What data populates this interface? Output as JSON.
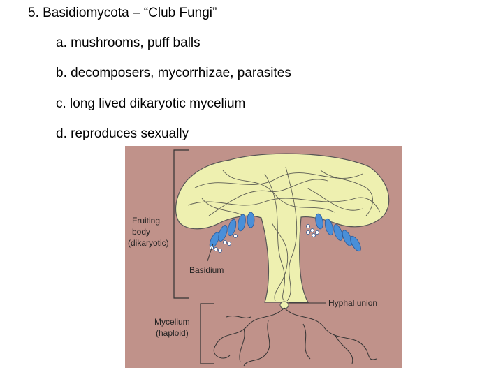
{
  "slide": {
    "heading": "5. Basidiomycota – “Club Fungi”",
    "bullets": [
      "a. mushrooms, puff balls",
      "b. decomposers, mycorrhizae, parasites",
      "c. long lived dikaryotic mycelium",
      "d. reproduces sexually"
    ]
  },
  "figure": {
    "labels": {
      "fruiting_line1": "Fruiting",
      "fruiting_line2": "body",
      "fruiting_line3": "(dikaryotic)",
      "basidium": "Basidium",
      "hyphal_union": "Hyphal union",
      "mycelium_line1": "Mycelium",
      "mycelium_line2": "(haploid)"
    },
    "colors": {
      "background": "#c0928a",
      "mushroom_fill": "#eef0b0",
      "basidia_blue": "#4a8fd8",
      "hypha_line": "#333333"
    }
  }
}
